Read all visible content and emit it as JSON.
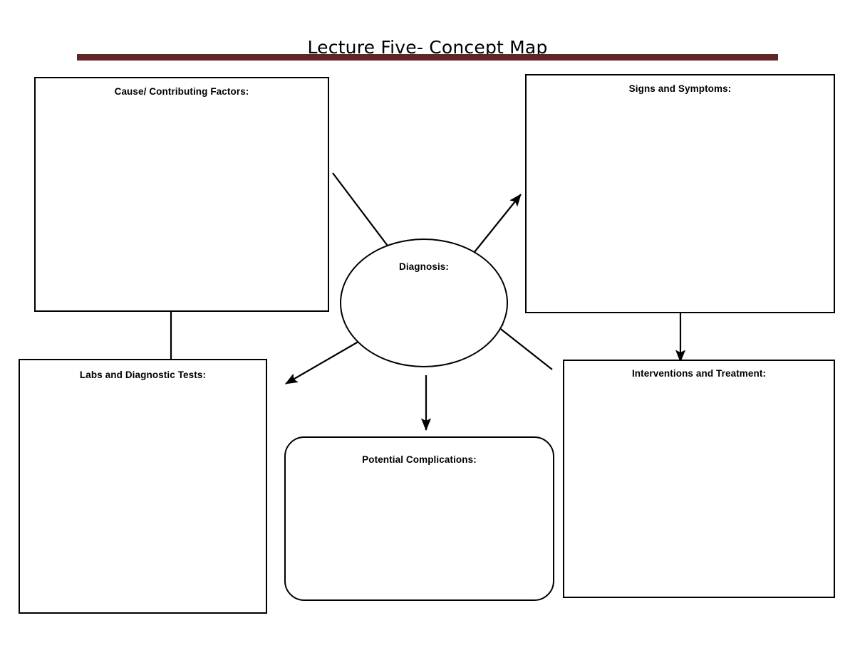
{
  "page": {
    "title": "Lecture Five- Concept Map",
    "rule_color": "#5E2626",
    "background_color": "#FFFFFF",
    "stroke_color": "#000000"
  },
  "nodes": {
    "cause": {
      "label": "Cause/ Contributing Factors:",
      "shape": "rectangle",
      "content": ""
    },
    "signs": {
      "label": "Signs and Symptoms:",
      "shape": "rectangle",
      "content": ""
    },
    "diagnosis": {
      "label": "Diagnosis:",
      "shape": "ellipse",
      "content": ""
    },
    "labs": {
      "label": "Labs and Diagnostic Tests:",
      "shape": "rectangle",
      "content": ""
    },
    "interventions": {
      "label": "Interventions and Treatment:",
      "shape": "rectangle",
      "content": ""
    },
    "complications": {
      "label": "Potential Complications:",
      "shape": "rounded-rectangle",
      "content": ""
    }
  },
  "connectors": [
    {
      "name": "cause-to-diagnosis",
      "from": "cause",
      "to": "diagnosis",
      "style": "diagonal-arrow"
    },
    {
      "name": "diagnosis-to-signs",
      "from": "diagnosis",
      "to": "signs",
      "style": "diagonal-arrow"
    },
    {
      "name": "diagnosis-to-labs",
      "from": "diagnosis",
      "to": "labs",
      "style": "diagonal-arrow"
    },
    {
      "name": "diagnosis-to-complications",
      "from": "diagnosis",
      "to": "complications",
      "style": "vertical-arrow"
    },
    {
      "name": "interventions-to-diagnosis",
      "from": "interventions",
      "to": "diagnosis",
      "style": "diagonal-arrow"
    },
    {
      "name": "cause-to-labs",
      "from": "cause",
      "to": "labs",
      "style": "vertical-arrow"
    },
    {
      "name": "signs-to-interventions",
      "from": "signs",
      "to": "interventions",
      "style": "vertical-arrow"
    }
  ]
}
